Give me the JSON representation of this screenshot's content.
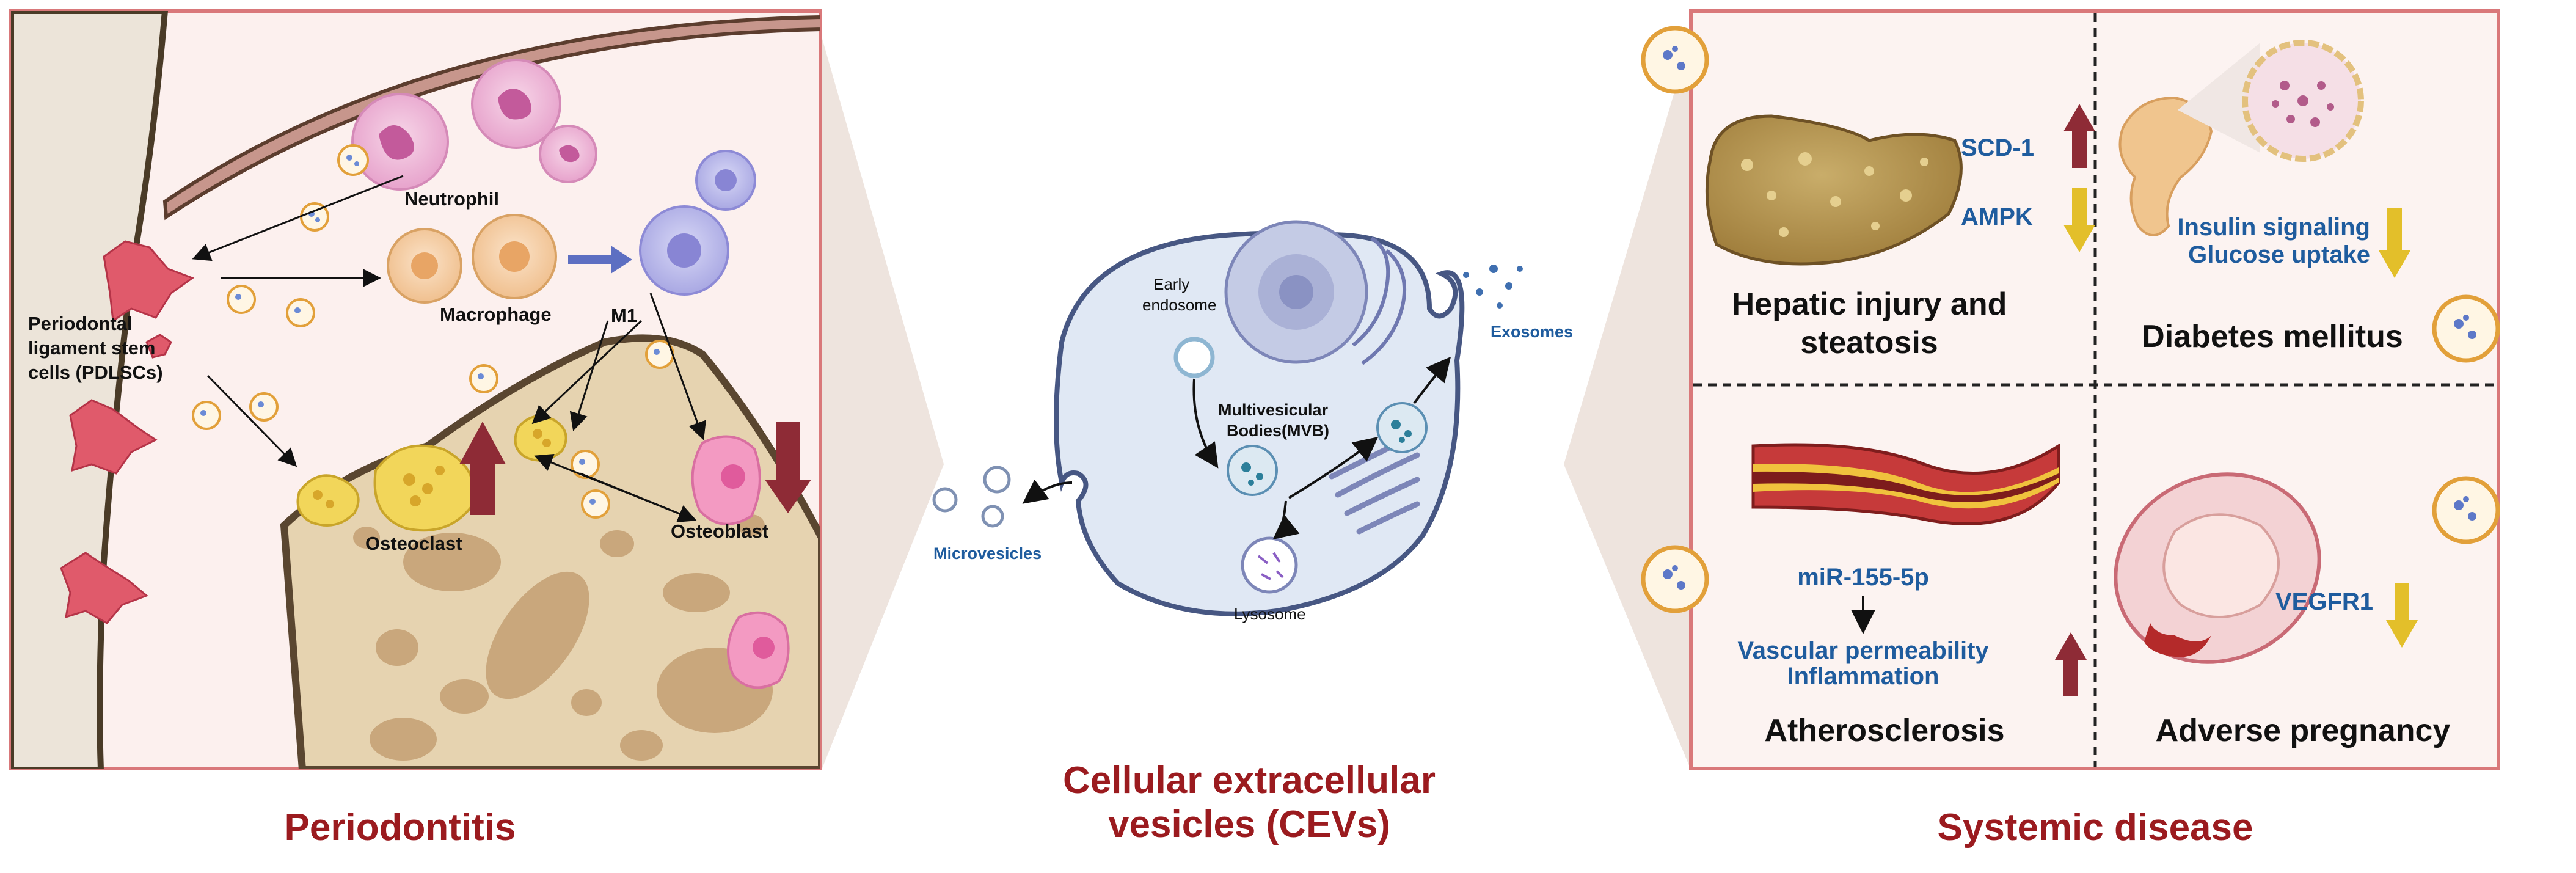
{
  "colors": {
    "title_red": "#9b1b1f",
    "label_blue": "#1f5c9e",
    "panel_border": "#d9787a",
    "panel_fill": "#fcf3f1",
    "bone_fill": "#e6d3b0",
    "up_arrow": "#8e2b36",
    "down_arrow": "#e3bf2a"
  },
  "panels": {
    "left": {
      "title": "Periodontitis",
      "labels": {
        "pdlsc": [
          "Periodontal",
          "ligament stem",
          "cells (PDLSCs)"
        ],
        "neutrophil": "Neutrophil",
        "macrophage": "Macrophage",
        "m1": "M1",
        "osteoclast": "Osteoclast",
        "osteoblast": "Osteoblast"
      },
      "icons": {
        "osteoclast_trend": "arrow-up-icon",
        "osteoblast_trend": "arrow-down-icon"
      }
    },
    "center": {
      "title": [
        "Cellular extracellular",
        "vesicles (CEVs)"
      ],
      "labels": {
        "early_endosome": [
          "Early",
          "endosome"
        ],
        "mvb": [
          "Multivesicular",
          "Bodies(MVB)"
        ],
        "lysosome": "Lysosome",
        "exosomes": "Exosomes",
        "microvesicles": "Microvesicles"
      }
    },
    "right": {
      "title": "Systemic disease",
      "quadrants": {
        "liver": {
          "title": [
            "Hepatic injury and",
            "steatosis"
          ],
          "markers": [
            "SCD-1",
            "AMPK"
          ],
          "trends": [
            "up",
            "down"
          ]
        },
        "diabetes": {
          "title": "Diabetes mellitus",
          "markers": [
            "Insulin signaling",
            "Glucose uptake"
          ],
          "trend": "down"
        },
        "athero": {
          "title": "Atherosclerosis",
          "mirna": "miR-155-5p",
          "effects": [
            "Vascular permeability",
            "Inflammation"
          ],
          "trend": "up"
        },
        "pregnancy": {
          "title": "Adverse pregnancy",
          "marker": "VEGFR1",
          "trend": "down"
        }
      }
    }
  }
}
